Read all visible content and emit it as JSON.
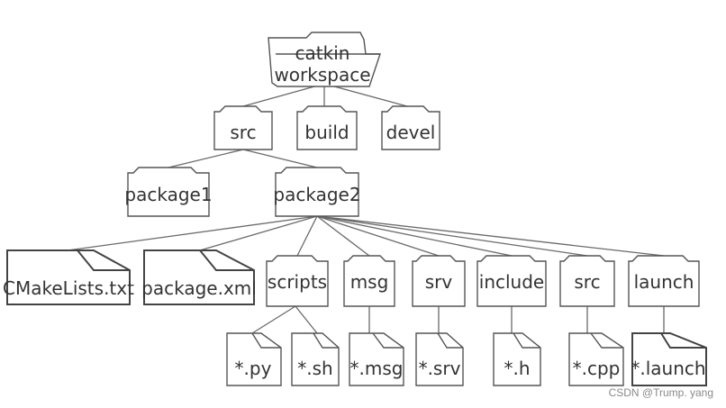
{
  "root": {
    "line1": "catkin",
    "line2": "workspace"
  },
  "level1": {
    "src": "src",
    "build": "build",
    "devel": "devel"
  },
  "packages": {
    "p1": "package1",
    "p2": "package2"
  },
  "files": {
    "cmake": "CMakeLists.txt",
    "pkgxml": "package.xml"
  },
  "pkg_folders": {
    "scripts": "scripts",
    "msg": "msg",
    "srv": "srv",
    "include": "include",
    "src": "src",
    "launch": "launch"
  },
  "leaf_files": {
    "py": "*.py",
    "sh": "*.sh",
    "msg": "*.msg",
    "srv": "*.srv",
    "h": "*.h",
    "cpp": "*.cpp",
    "launch": "*.launch"
  },
  "watermark": "CSDN @Trump. yang",
  "colors": {
    "stroke": "#555555",
    "text": "#333333",
    "bg": "#ffffff"
  }
}
